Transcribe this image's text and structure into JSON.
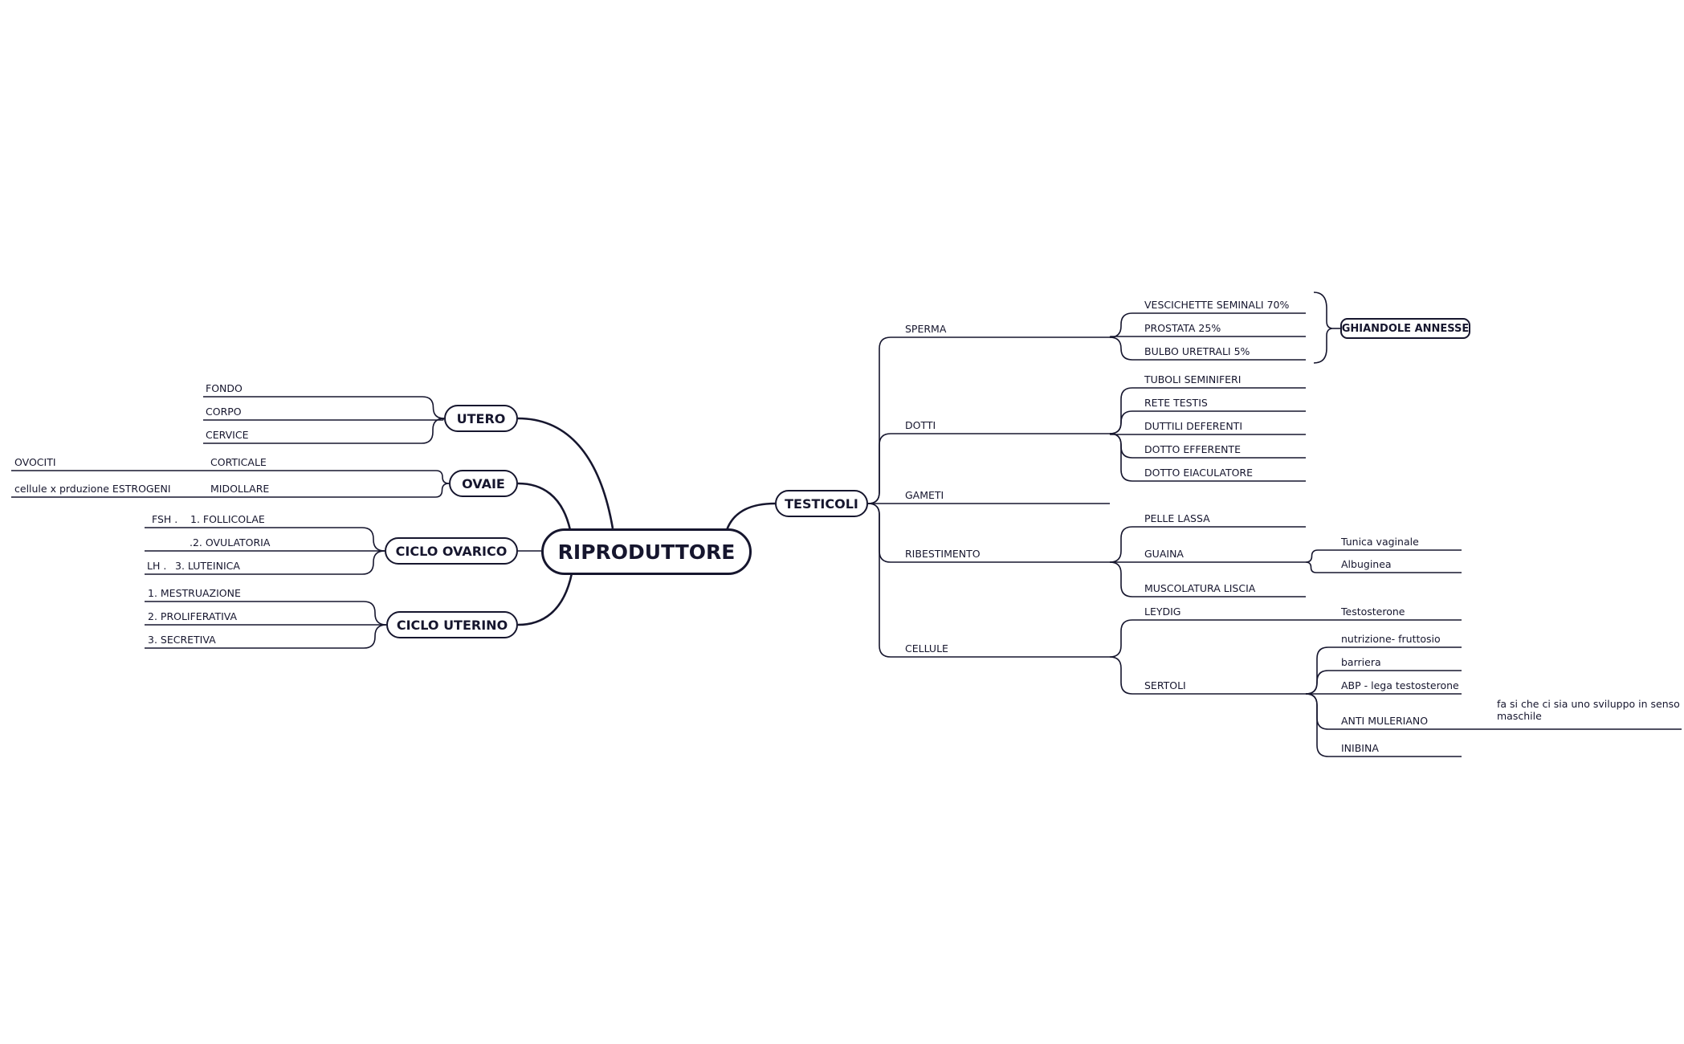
{
  "root": "RIPRODUTTORE",
  "left": {
    "utero": {
      "title": "UTERO",
      "items": [
        "FONDO",
        "CORPO",
        "CERVICE"
      ]
    },
    "ovaie": {
      "title": "OVAIE",
      "items": [
        "CORTICALE",
        "MIDOLLARE"
      ],
      "notes": [
        "OVOCITI",
        "cellule x prduzione ESTROGENI"
      ]
    },
    "ciclo_ovarico": {
      "title": "CICLO OVARICO",
      "items": [
        "1. FOLLICOLAE",
        ".2. OVULATORIA",
        "3. LUTEINICA"
      ],
      "hormones": [
        "FSH .",
        "LH ."
      ]
    },
    "ciclo_uterino": {
      "title": "CICLO UTERINO",
      "items": [
        "1. MESTRUAZIONE",
        "2. PROLIFERATIVA",
        "3. SECRETIVA"
      ]
    }
  },
  "right": {
    "testicoli": {
      "title": "TESTICOLI",
      "sperma": {
        "label": "SPERMA",
        "items": [
          "VESCICHETTE SEMINALI  70%",
          "PROSTATA  25%",
          "BULBO URETRALI  5%"
        ],
        "summary": "GHIANDOLE ANNESSE"
      },
      "dotti": {
        "label": "DOTTI",
        "items": [
          "TUBOLI SEMINIFERI",
          "RETE TESTIS",
          "DUTTILI DEFERENTI",
          "DOTTO EFFERENTE",
          "DOTTO EIACULATORE"
        ]
      },
      "gameti": {
        "label": "GAMETI"
      },
      "ribestimento": {
        "label": "RIBESTIMENTO",
        "pelle": "PELLE LASSA",
        "guaina": {
          "label": "GUAINA",
          "items": [
            "Tunica vaginale",
            "Albuginea"
          ]
        },
        "muscolatura": "MUSCOLATURA LISCIA"
      },
      "cellule": {
        "label": "CELLULE",
        "leydig": {
          "label": "LEYDIG",
          "item": "Testosterone"
        },
        "sertoli": {
          "label": "SERTOLI",
          "items": [
            "nutrizione- fruttosio",
            "barriera",
            "ABP - lega testosterone",
            "ANTI MULERIANO",
            "INIBINA"
          ],
          "note": "fa si che ci sia uno sviluppo in senso maschile"
        }
      }
    }
  },
  "colors": {
    "line": "#16162e",
    "background": "#ffffff"
  }
}
